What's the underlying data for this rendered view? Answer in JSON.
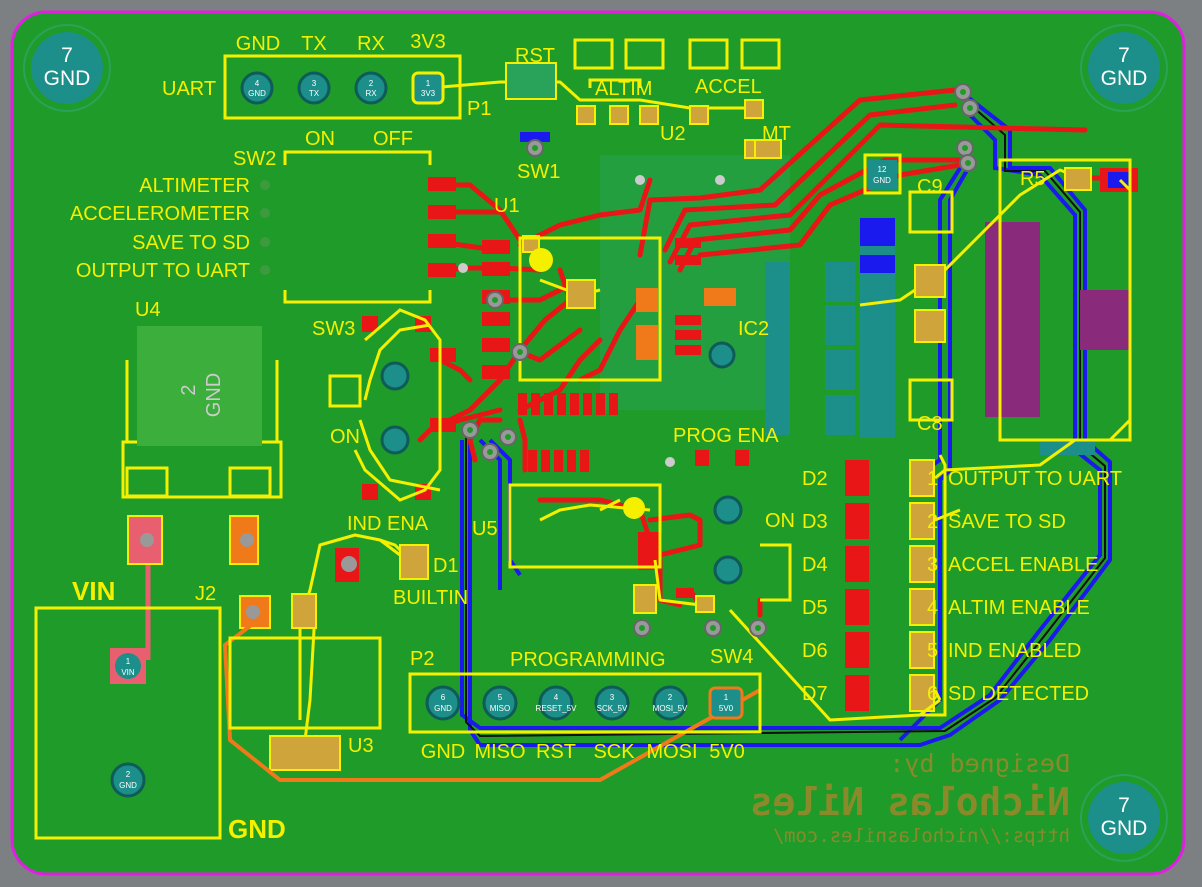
{
  "colors": {
    "board": "#1f9b2a",
    "board_dark": "#188a24",
    "copper_top": "#e81616",
    "copper_bottom": "#1a1aee",
    "silk": "#f4f000",
    "pad": "#cfa53b",
    "edge": "#e020e0",
    "back_silk": "#8a8a2a",
    "teal": "#1c8f8a",
    "orange": "#f07a1a"
  },
  "mounting_holes": [
    {
      "num": "7",
      "net": "GND"
    },
    {
      "num": "7",
      "net": "GND"
    },
    {
      "num": "7",
      "net": "GND"
    }
  ],
  "uart": {
    "label": "UART",
    "designator": "P1",
    "pin_labels": [
      "GND",
      "TX",
      "RX",
      "3V3"
    ],
    "pads": [
      {
        "num": "4",
        "net": "GND"
      },
      {
        "num": "3",
        "net": "TX"
      },
      {
        "num": "2",
        "net": "RX"
      },
      {
        "num": "1",
        "net": "3V3"
      }
    ]
  },
  "sw2": {
    "designator": "SW2",
    "on": "ON",
    "off": "OFF",
    "labels": [
      "ALTIMETER",
      "ACCELEROMETER",
      "SAVE TO SD",
      "OUTPUT TO UART"
    ]
  },
  "designators": {
    "rst": "RST",
    "sw1": "SW1",
    "altim": "ALTIM",
    "accel": "ACCEL",
    "u1": "U1",
    "u2": "U2",
    "mt": "MT",
    "c9": "C9",
    "c8": "C8",
    "r5": "R5",
    "ic2": "IC2",
    "u4": "U4",
    "sw3": "SW3",
    "on_sw3": "ON",
    "prog_ena": "PROG ENA",
    "on_sw4": "ON",
    "ind_ena": "IND ENA",
    "u5": "U5",
    "d1": "D1",
    "builtin": "BUILTIN",
    "vin": "VIN",
    "j2": "J2",
    "gnd": "GND",
    "u3": "U3",
    "p2": "P2",
    "programming": "PROGRAMMING",
    "sw4": "SW4"
  },
  "u4_pad": {
    "num": "2",
    "net": "GND"
  },
  "small_pads": [
    {
      "num": "12",
      "net": "GND"
    },
    {
      "num": "1",
      "net": "VIN"
    },
    {
      "num": "2",
      "net": "GND"
    }
  ],
  "leds": [
    {
      "designator": "D2",
      "num": "1",
      "label": "OUTPUT TO UART"
    },
    {
      "designator": "D3",
      "num": "2",
      "label": "SAVE TO SD"
    },
    {
      "designator": "D4",
      "num": "3",
      "label": "ACCEL ENABLE"
    },
    {
      "designator": "D5",
      "num": "4",
      "label": "ALTIM ENABLE"
    },
    {
      "designator": "D6",
      "num": "5",
      "label": "IND ENABLED"
    },
    {
      "designator": "D7",
      "num": "6",
      "label": "SD DETECTED"
    }
  ],
  "programming": {
    "pin_labels": [
      "GND",
      "MISO",
      "RST",
      "SCK",
      "MOSI",
      "5V0"
    ],
    "pads": [
      {
        "num": "6",
        "net": "GND"
      },
      {
        "num": "5",
        "net": "MISO"
      },
      {
        "num": "4",
        "net": "RESET_5V"
      },
      {
        "num": "3",
        "net": "SCK_5V"
      },
      {
        "num": "2",
        "net": "MOSI_5V"
      },
      {
        "num": "1",
        "net": "5V0"
      }
    ]
  },
  "credit": {
    "line1": "Designed by:",
    "line2": "Nicholas Niles",
    "line3": "https://nicholasniles.com/"
  }
}
